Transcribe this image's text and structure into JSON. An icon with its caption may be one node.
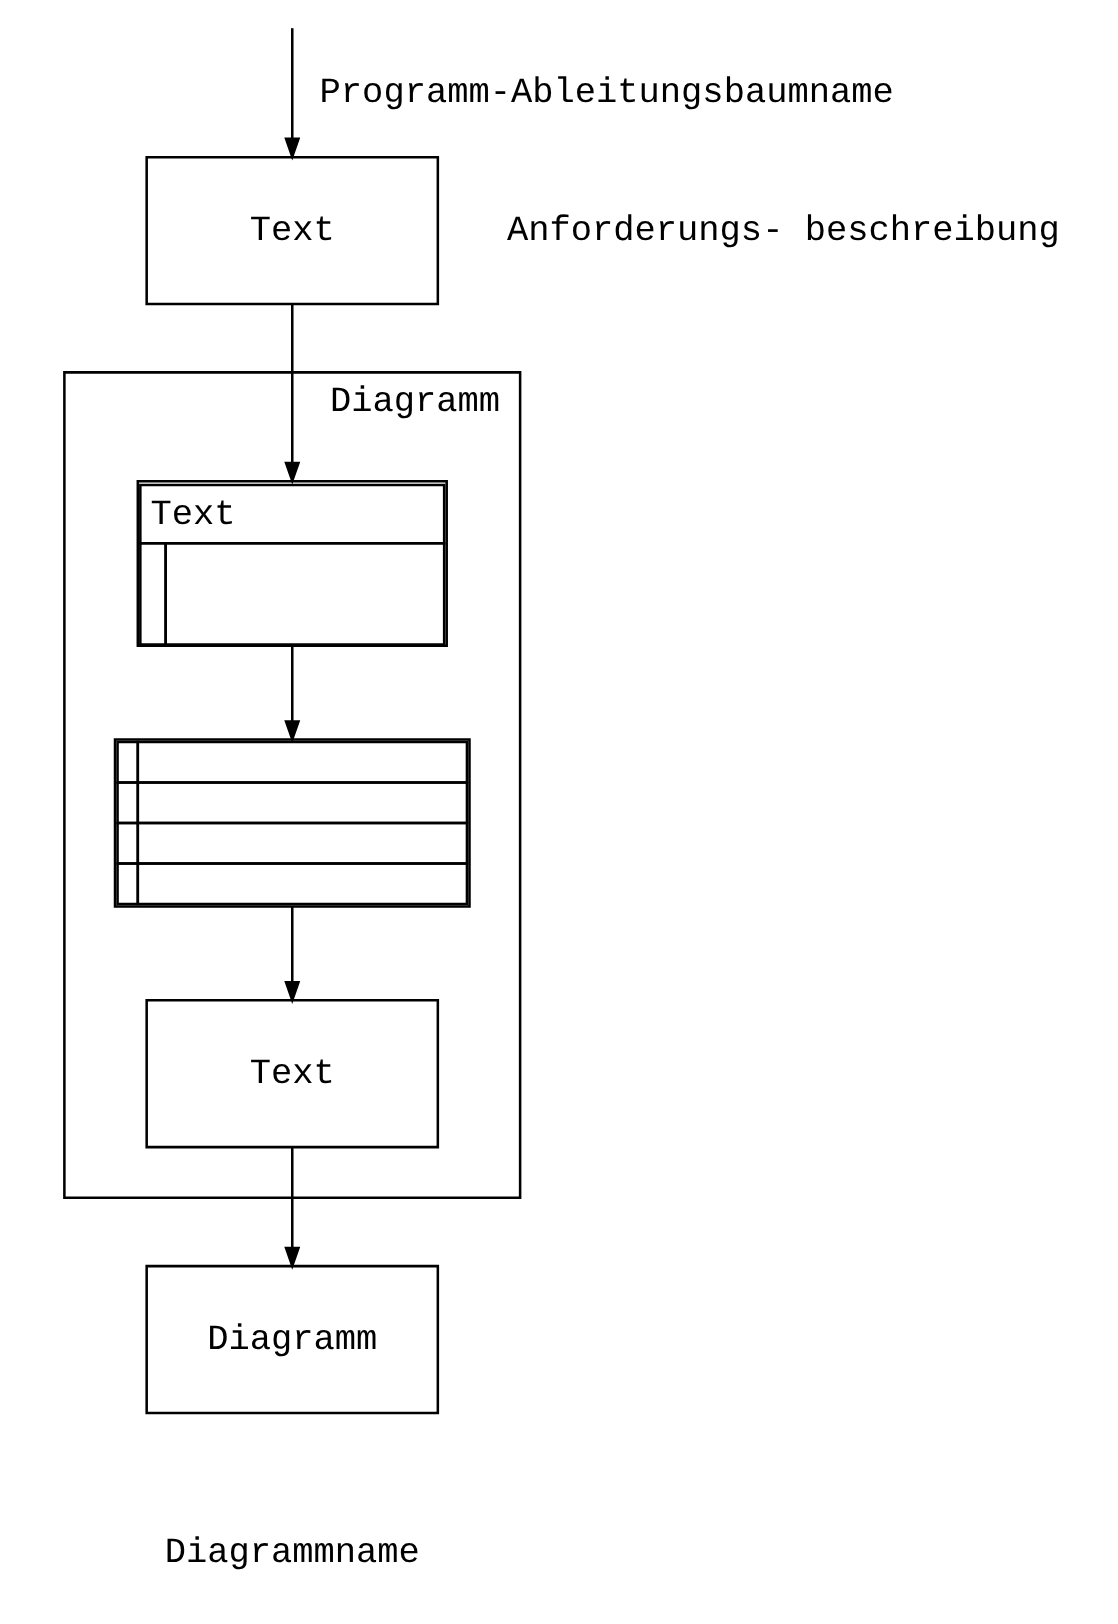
{
  "diagram": {
    "nodes": [
      {
        "text": [
          "Text"
        ],
        "beside": [
          "Anforderungs- beschreibung"
        ]
      },
      {
        "text": [
          "Diagramm"
        ]
      },
      {
        "text": [
          "Text"
        ],
        "in": 1
      },
      {
        "text": [],
        "shape": "box",
        "in": 1
      },
      {
        "text": [
          "Text"
        ],
        "in": 1
      },
      {
        "text": [
          "Diagramm"
        ],
        "beside": [
          "Diagrammname"
        ]
      }
    ],
    "edges": [
      {
        "from": null,
        "to": 0,
        "arrow": "to",
        "label": "Programm-Ableitungsbaumname"
      },
      {
        "from": 0,
        "to": 2,
        "arrow": "to"
      },
      {
        "from": 2,
        "to": 3,
        "arrow": "to"
      },
      {
        "from": 3,
        "to": 4,
        "arrow": "to"
      },
      {
        "from": 4,
        "to": 5,
        "arrow": "to"
      }
    ]
  }
}
